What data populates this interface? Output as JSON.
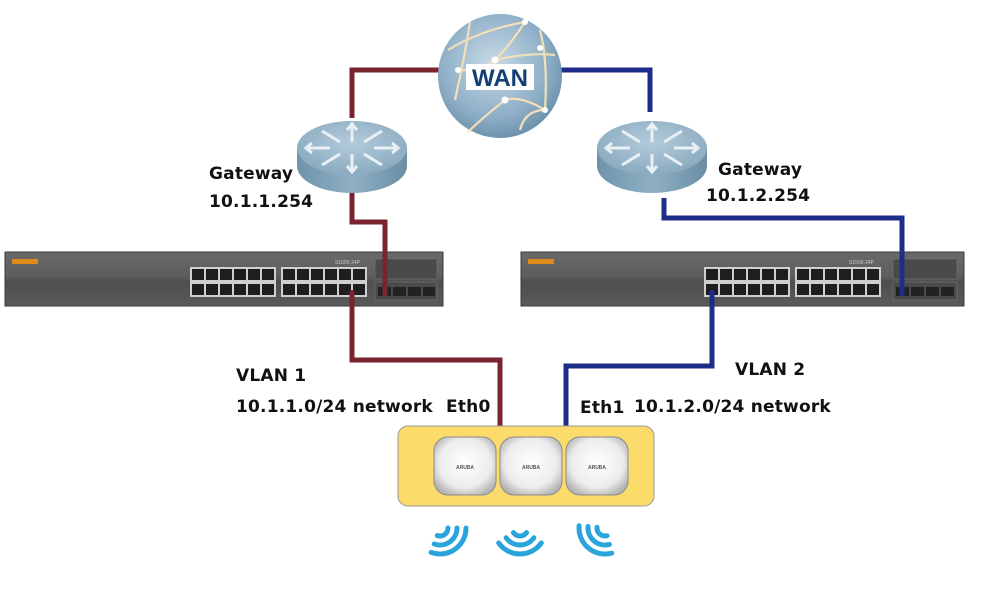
{
  "diagram": {
    "wan": {
      "label": "WAN"
    },
    "gateways": [
      {
        "title": "Gateway",
        "ip": "10.1.1.254"
      },
      {
        "title": "Gateway",
        "ip": "10.1.2.254"
      }
    ],
    "switches": [
      {
        "model_label": "S1500-24P"
      },
      {
        "model_label": "S1500-24P"
      }
    ],
    "vlans": [
      {
        "name": "VLAN 1",
        "network": "10.1.1.0/24 network",
        "port": "Eth0"
      },
      {
        "name": "VLAN 2",
        "network": "10.1.2.0/24 network",
        "port": "Eth1"
      }
    ],
    "access_points": [
      {
        "brand": "ARUBA"
      },
      {
        "brand": "ARUBA"
      },
      {
        "brand": "ARUBA"
      }
    ]
  },
  "colors": {
    "vlan1_link": "#7a2430",
    "vlan2_link": "#1f2d8a",
    "ap_group_bg": "#fbdc6a",
    "wifi": "#2aa5dc",
    "router_top": "#9ab8cc",
    "switch_body": "#555555"
  }
}
